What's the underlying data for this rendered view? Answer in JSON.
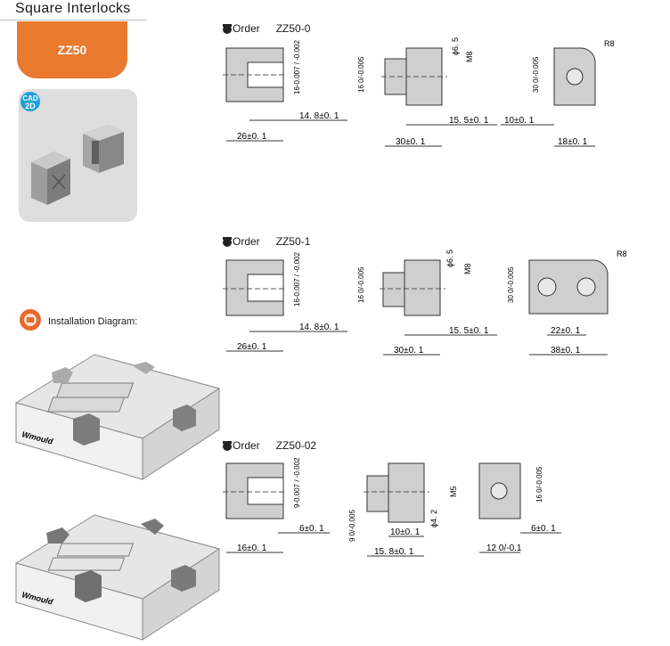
{
  "header": {
    "title": "Square Interlocks"
  },
  "model_tab": {
    "label": "ZZ50"
  },
  "photo": {
    "badge_top": "CAD",
    "badge_bottom": "2D"
  },
  "installation": {
    "label": "Installation Diagram:"
  },
  "brand": {
    "name": "Wmould"
  },
  "colors": {
    "accent": "#e97a2e",
    "part_fill": "#cfcfcf",
    "badge": "#1f9fd8"
  },
  "sections": [
    {
      "order_label": "Order",
      "code": "ZZ50-0",
      "dims": {
        "tol_a": "16-0.007 / -0.002",
        "d1": "14. 8±0. 1",
        "d2": "26±0. 1",
        "h": "16 0/-0.005",
        "phi": "ϕ6. 5",
        "m": "M8",
        "d3": "15. 5±0. 1",
        "d4": "30±0. 1",
        "r": "R8",
        "h2": "30 0/-0.005",
        "d5": "10±0. 1",
        "d6": "18±0. 1"
      }
    },
    {
      "order_label": "Order",
      "code": "ZZ50-1",
      "dims": {
        "tol_a": "16-0.007 / -0.002",
        "d1": "14. 8±0. 1",
        "d2": "26±0. 1",
        "h": "16 0/-0.005",
        "phi": "ϕ6. 5",
        "m": "M8",
        "d3": "15. 5±0. 1",
        "d4": "30±0. 1",
        "r": "R8",
        "h2": "30 0/-0.005",
        "d5": "22±0. 1",
        "d6": "38±0. 1"
      }
    },
    {
      "order_label": "Order",
      "code": "ZZ50-02",
      "dims": {
        "tol_a": "9-0.007 / -0.002",
        "d1": "6±0. 1",
        "d2": "16±0. 1",
        "h": "9 0/-0.005",
        "phi": "ϕ4. 2",
        "m": "M5",
        "d3": "10±0. 1",
        "d4": "15. 8±0. 1",
        "h2": "16 0/-0.005",
        "d5": "6±0. 1",
        "d6": "12 0/-0.1"
      }
    }
  ]
}
